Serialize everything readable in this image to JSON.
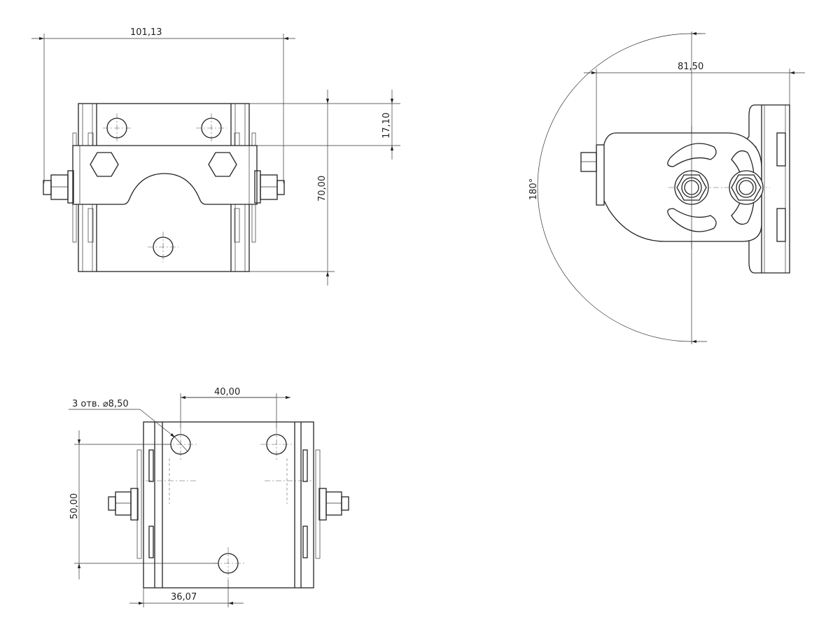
{
  "views": {
    "front": {
      "dimensions": {
        "overall_width": "101,13",
        "clamp_height": "17,10",
        "overall_height": "70,00"
      }
    },
    "side": {
      "dimensions": {
        "width": "81,50",
        "rotation_angle": "180°"
      }
    },
    "bottom": {
      "dimensions": {
        "hole_spacing": "40,00",
        "vertical_spacing": "50,00",
        "offset": "36,07"
      },
      "hole_callout": "3 отв. ⌀8,50"
    }
  }
}
